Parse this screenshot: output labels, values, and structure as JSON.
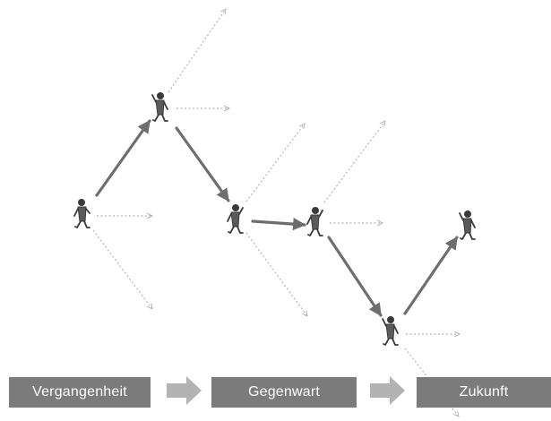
{
  "stages": [
    {
      "label": "Vergangenheit"
    },
    {
      "label": "Gegenwart"
    },
    {
      "label": "Zukunft"
    }
  ],
  "icons": {
    "figure": "stick-figure-icon",
    "stage_arrow": "right-arrow-icon"
  },
  "colors": {
    "path": "#6e6e6e",
    "possibility": "#b5b5b5",
    "figure": "#3a3a3a",
    "figure_body": "#5a5a5a",
    "stage_box": "#7b7b7b",
    "stage_text": "#ffffff",
    "stage_arrow": "#b3b3b3"
  }
}
